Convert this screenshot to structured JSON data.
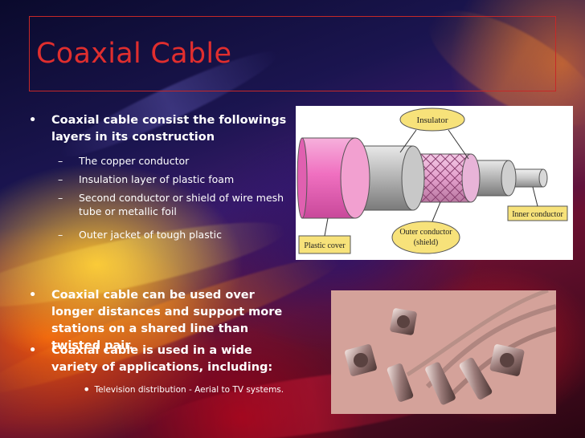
{
  "slide": {
    "title": "Coaxial Cable",
    "bullets": [
      {
        "text": "Coaxial cable consist the followings layers in its construction",
        "sub": [
          "The copper conductor",
          "Insulation layer of plastic foam",
          "Second conductor or shield of wire mesh tube or metallic foil",
          "Outer jacket of tough plastic"
        ]
      },
      {
        "text": "Coaxial cable can be used over longer distances and support more stations on a shared line than twisted pair."
      },
      {
        "text": "Coaxial cable is used in a wide variety of applications, including:",
        "sub": [
          "Television distribution - Aerial to TV systems."
        ]
      }
    ]
  },
  "diagram": {
    "labels": {
      "insulator": "Insulator",
      "inner_conductor": "Inner conductor",
      "outer_conductor_line1": "Outer conductor",
      "outer_conductor_line2": "(shield)",
      "plastic_cover": "Plastic cover"
    }
  },
  "colors": {
    "title": "#e02e2e",
    "title_border": "#c62828",
    "text": "#ffffff",
    "cable_jacket": "#f080c0",
    "photo_bg": "#d8a8a0"
  },
  "icons": [
    "bullet-dot-icon",
    "dash-icon"
  ]
}
